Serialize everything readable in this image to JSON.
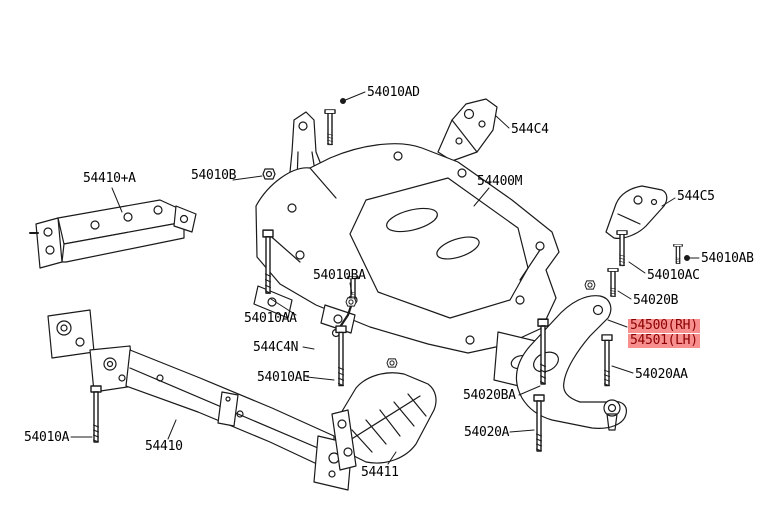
{
  "page": {
    "background": "#ffffff",
    "line_color": "#1a1a1a",
    "highlight_bg": "#f78f8f",
    "highlight_text": "#8b0000"
  },
  "diagram_type": "exploded-parts-diagram-front-suspension-member",
  "labels": [
    {
      "id": "54010AD",
      "text": "54010AD",
      "highlighted": false
    },
    {
      "id": "544C4",
      "text": "544C4",
      "highlighted": false
    },
    {
      "id": "54410+A",
      "text": "54410+A",
      "highlighted": false
    },
    {
      "id": "54010B",
      "text": "54010B",
      "highlighted": false
    },
    {
      "id": "54400M",
      "text": "54400M",
      "highlighted": false
    },
    {
      "id": "544C5",
      "text": "544C5",
      "highlighted": false
    },
    {
      "id": "54010AB",
      "text": "54010AB",
      "highlighted": false
    },
    {
      "id": "54010AC",
      "text": "54010AC",
      "highlighted": false
    },
    {
      "id": "54020B",
      "text": "54020B",
      "highlighted": false
    },
    {
      "id": "54500RH",
      "text": "54500(RH)",
      "highlighted": true
    },
    {
      "id": "54501LH",
      "text": "54501(LH)",
      "highlighted": true
    },
    {
      "id": "54020AA",
      "text": "54020AA",
      "highlighted": false
    },
    {
      "id": "54010BA",
      "text": "54010BA",
      "highlighted": false
    },
    {
      "id": "54010AA",
      "text": "54010AA",
      "highlighted": false
    },
    {
      "id": "544C4N",
      "text": "544C4N",
      "highlighted": false
    },
    {
      "id": "54010AE",
      "text": "54010AE",
      "highlighted": false
    },
    {
      "id": "54020BA",
      "text": "54020BA",
      "highlighted": false
    },
    {
      "id": "54020A",
      "text": "54020A",
      "highlighted": false
    },
    {
      "id": "54010A",
      "text": "54010A",
      "highlighted": false
    },
    {
      "id": "54410",
      "text": "54410",
      "highlighted": false
    },
    {
      "id": "54411",
      "text": "54411",
      "highlighted": false
    }
  ]
}
